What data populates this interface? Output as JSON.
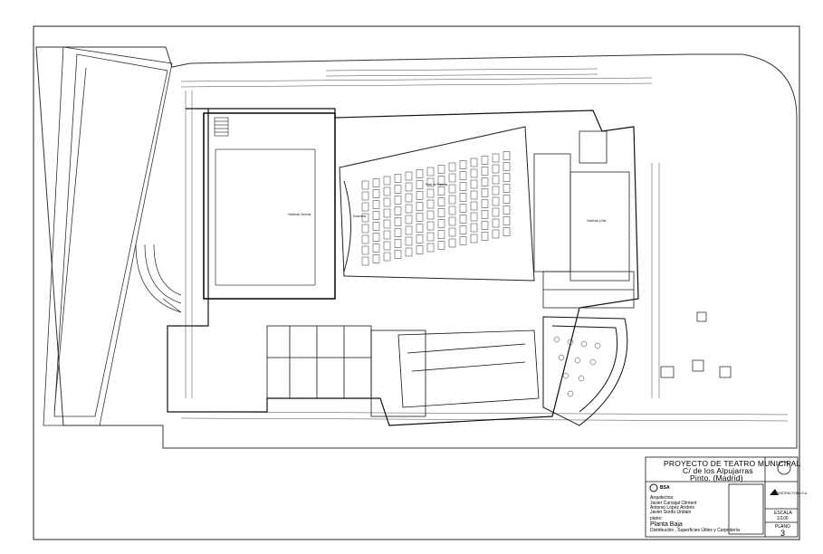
{
  "title_block": {
    "project_line1": "PROYECTO  DE  TEATRO MUNICIPAL",
    "project_line2": "C/  de los  Alpujarras",
    "project_line3": "Pinto.  (Madrid)",
    "firm_logo_text": "BSA",
    "architects_heading": "Arquitectos:",
    "architects": [
      "Javier Carvajal Climent",
      "Antonio López Andrés",
      "Javier Sordo Urdiain"
    ],
    "plan_heading": "plano:",
    "plan_title": "Planta  Baja",
    "plan_subtitle": "Distribución ,  Superficies  Útiles  y  Carpintería",
    "scale_label": "ESCALA",
    "scale_value": "1/100",
    "sheet_label": "PLANO",
    "sheet_number": "3",
    "company_logo_text": "CONSTRUCTORA S.A."
  },
  "room_labels": {
    "main_hall": "Vestíbulo General",
    "stage_area": "Escenario",
    "audience": "Patio de Butacas",
    "side_hall": "Vestíbulo y Bar"
  },
  "colors": {
    "line": "#1a1a1a",
    "paper": "#ffffff",
    "hatch": "#444444"
  }
}
